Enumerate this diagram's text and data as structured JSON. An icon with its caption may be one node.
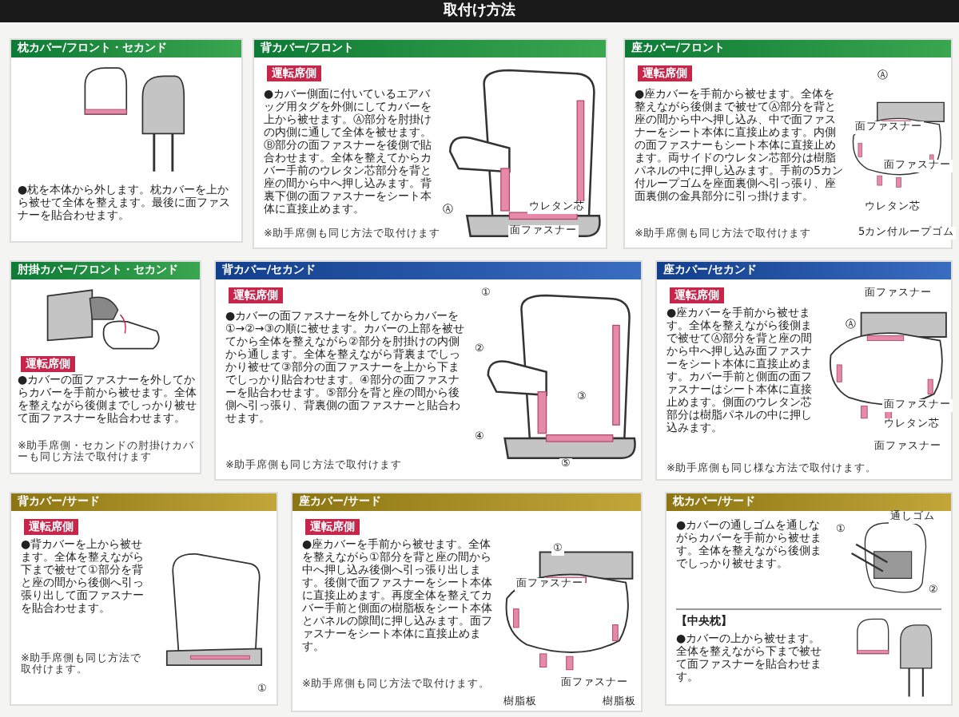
{
  "diagram": {
    "title": "取付け方法",
    "nodes": [
      {
        "text": [
          "枕カバー/フロント・セカンド",
          "●枕を本体から外します。枕カバーを上から被せて全体を整えます。最後に面ファスナーを貼合わせます。"
        ]
      },
      {
        "text": [
          "背カバー/フロント",
          "●カバー側面に付いているエアバッグ用タグを外側にしてカバーを上から被せます。Ⓐ部分を肘掛けの内側に通して全体を被せます。Ⓑ部分の面ファスナーを後側で貼合わせます。全体を整えてからカバー手前のウレタン芯部分を背と座の間から中へ押し込みます。背裏下側の面ファスナーをシート本体に直接止めます。",
          "※助手席側も同じ方法で取付けます"
        ]
      },
      {
        "text": [
          "運転席側"
        ],
        "in": 1
      },
      {
        "text": [
          "座カバー/フロント",
          "●座カバーを手前から被せます。全体を整えながら後側まで被せてⒶ部分を背と座の間から中へ押し込み、中で面ファスナーをシート本体に直接止めます。内側の面ファスナーもシート本体に直接止めます。両サイドのウレタン芯部分は樹脂パネルの中に押し込みます。手前の5カン付ループゴムを座面裏側へ引っ張り、座面裏側の金具部分に引っ掛けます。",
          "※助手席側も同じ方法で取付けます"
        ]
      },
      {
        "text": [
          "運転席側"
        ],
        "in": 3
      },
      {
        "text": [
          "肘掛カバー/フロント・セカンド",
          "●カバーの面ファスナーを外してからカバーを手前から被せます。全体を整えながら後側までしっかり被せて面ファスナーを貼合わせます。",
          "※助手席側・セカンドの肘掛けカバーも同じ方法で取付けます"
        ]
      },
      {
        "text": [
          "運転席側"
        ],
        "in": 5
      },
      {
        "text": [
          "背カバー/セカンド",
          "●カバーの面ファスナーを外してからカバーを①→②→③の順に被せます。カバーの上部を被せてから全体を整えながら②部分を肘掛けの内側から通します。全体を整えながら背裏までしっかり被せて③部分の面ファスナーを上から下までしっかり貼合わせます。④部分の面ファスナーを貼合わせます。⑤部分を背と座の間から後側へ引っ張り、背裏側の面ファスナーと貼合わせます。",
          "※助手席側も同じ方法で取付けます"
        ]
      },
      {
        "text": [
          "運転席側"
        ],
        "in": 7
      },
      {
        "text": [
          "座カバー/セカンド",
          "●座カバーを手前から被せます。全体を整えながら後側まで被せてⒶ部分を背と座の間から中へ押し込み面ファスナーをシート本体に直接止めます。カバー手前と側面の面ファスナーはシート本体に直接止めます。側面のウレタン芯部分は樹脂パネルの中に押し込みます。",
          "※助手席側も同じ様な方法で取付けます。"
        ]
      },
      {
        "text": [
          "運転席側"
        ],
        "in": 9
      },
      {
        "text": [
          "背カバー/サード",
          "●背カバーを上から被せます。全体を整えながら下まで被せて①部分を背と座の間から後側へ引っ張り出して面ファスナーを貼合わせます。",
          "※助手席側も同じ方法で取付けます。"
        ]
      },
      {
        "text": [
          "運転席側"
        ],
        "in": 11
      },
      {
        "text": [
          "座カバー/サード",
          "●座カバーを手前から被せます。全体を整えながら①部分を背と座の間から中へ押し込み後側へ引っ張り出します。後側で面ファスナーをシート本体に直接止めます。再度全体を整えてカバー手前と側面の樹脂板をシート本体とパネルの隙間に押し込みます。面ファスナーをシート本体に直接止めます。",
          "※助手席側も同じ方法で取付けます。"
        ]
      },
      {
        "text": [
          "運転席側"
        ],
        "in": 13
      },
      {
        "text": [
          "枕カバー/サード",
          "●カバーの通しゴムを通しながらカバーを手前から被せます。全体を整えながら後側までしっかり被せます。",
          "【中央枕】",
          "●カバーの上から被せます。全体を整えながら下まで被せて面ファスナーを貼合わせます。"
        ]
      }
    ],
    "labels": [
      "Ⓐ",
      "ウレタン芯",
      "面ファスナー",
      "Ⓐ",
      "面ファスナー",
      "面ファスナー",
      "ウレタン芯",
      "5カン付ループゴム",
      "①",
      "②",
      "③",
      "④",
      "⑤",
      "面ファスナー",
      "Ⓐ",
      "面ファスナー",
      "ウレタン芯",
      "面ファスナー",
      "①",
      "面ファスナー",
      "面ファスナー",
      "樹脂板",
      "樹脂板",
      "①",
      "通しゴム",
      "②",
      "①"
    ]
  }
}
